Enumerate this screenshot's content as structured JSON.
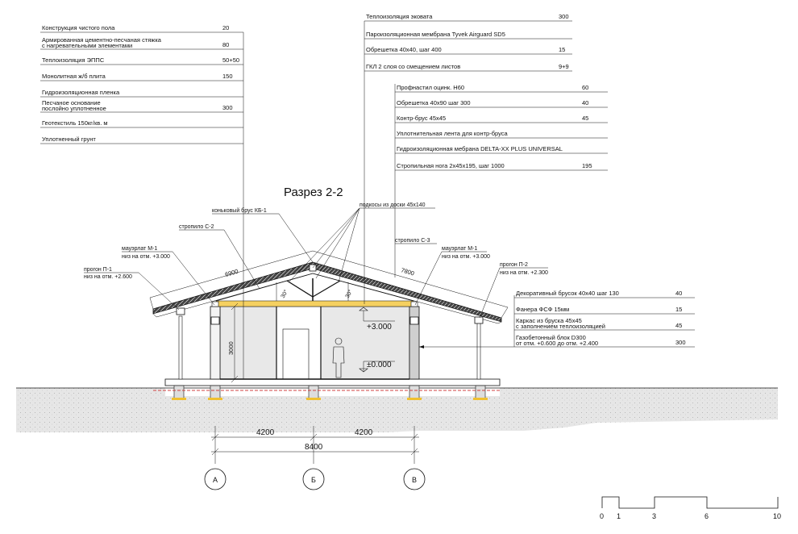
{
  "title": "Разрез 2-2",
  "floor_legend": [
    {
      "label": "Конструкция чистого пола",
      "value": "20"
    },
    {
      "label": "Армированная цементно-песчаная стяжка",
      "label2": "с нагревательными элементами",
      "value": "80"
    },
    {
      "label": "Теплоизоляция ЭППС",
      "value": "50+50"
    },
    {
      "label": "Монолитная ж/б плита",
      "value": "150"
    },
    {
      "label": "Гидроизоляционная пленка",
      "value": ""
    },
    {
      "label": "Песчаное основание",
      "label2": "послойно уплотненное",
      "value": "300"
    },
    {
      "label": "Геотекстиль 150кг/кв. м",
      "value": ""
    },
    {
      "label": "Уплотненный грунт",
      "value": ""
    }
  ],
  "ceiling_legend": [
    {
      "label": "Теплоизоляция эковата",
      "value": "300"
    },
    {
      "label": "Пароизоляционная мембрана Tyvek Airguard SD5",
      "value": ""
    },
    {
      "label": "Обрешетка 40х40, шаг 400",
      "value": "15"
    },
    {
      "label": "ГКЛ  2 слоя со смещением листов",
      "value": "9+9"
    }
  ],
  "roof_legend": [
    {
      "label": "Профнастил оцинк. Н60",
      "value": "60"
    },
    {
      "label": "Обрешетка 40х90 шаг 300",
      "value": "40"
    },
    {
      "label": "Контр-брус 45х45",
      "value": "45"
    },
    {
      "label": "Уплотнительная лента для контр-бруса",
      "value": ""
    },
    {
      "label": "Гидроизоляционная мебрана DELTA-XX PLUS UNIVERSAL",
      "value": ""
    },
    {
      "label": "Стропильная нога 2х45х195, шаг 1000",
      "value": "195"
    }
  ],
  "wall_legend": [
    {
      "label": "Декоративный брусок 40х40 шаг 130",
      "value": "40"
    },
    {
      "label": "Фанера ФСФ 15мм",
      "value": "15"
    },
    {
      "label": "Каркас из бруска 45х45",
      "label2": "с заполнением теплоизоляцией",
      "value": "45"
    },
    {
      "label": "Газобетонный блок D300",
      "label2": "от отм. +0.600 до отм. +2.400",
      "value": "300"
    }
  ],
  "callouts": {
    "ridge": "коньковый брус КБ-1",
    "struts": "подкосы из доски 45х140",
    "rafter_c2": "стропило С-2",
    "rafter_c3": "стропило С-3",
    "mauerlat_left": "мауэрлат М-1",
    "mauerlat_left_sub": "низ на отм. +3.000",
    "mauerlat_right": "мауэрлат М-1",
    "mauerlat_right_sub": "низ на отм. +3.000",
    "purlin_left": "прогон П-1",
    "purlin_left_sub": "низ на отм. +2.600",
    "purlin_right": "прогон П-2",
    "purlin_right_sub": "низ на отм. +2.300"
  },
  "dimensions": {
    "left_slope": "6900",
    "right_slope": "7800",
    "height": "3000",
    "span_left": "4200",
    "span_right": "4200",
    "span_total": "8400",
    "angle_left": "30°",
    "angle_right": "30°"
  },
  "levels": {
    "top": "+3.000",
    "zero": "±0.000"
  },
  "axes": [
    "А",
    "Б",
    "В"
  ],
  "scale_bar": [
    "0",
    "1",
    "3",
    "6",
    "10"
  ]
}
